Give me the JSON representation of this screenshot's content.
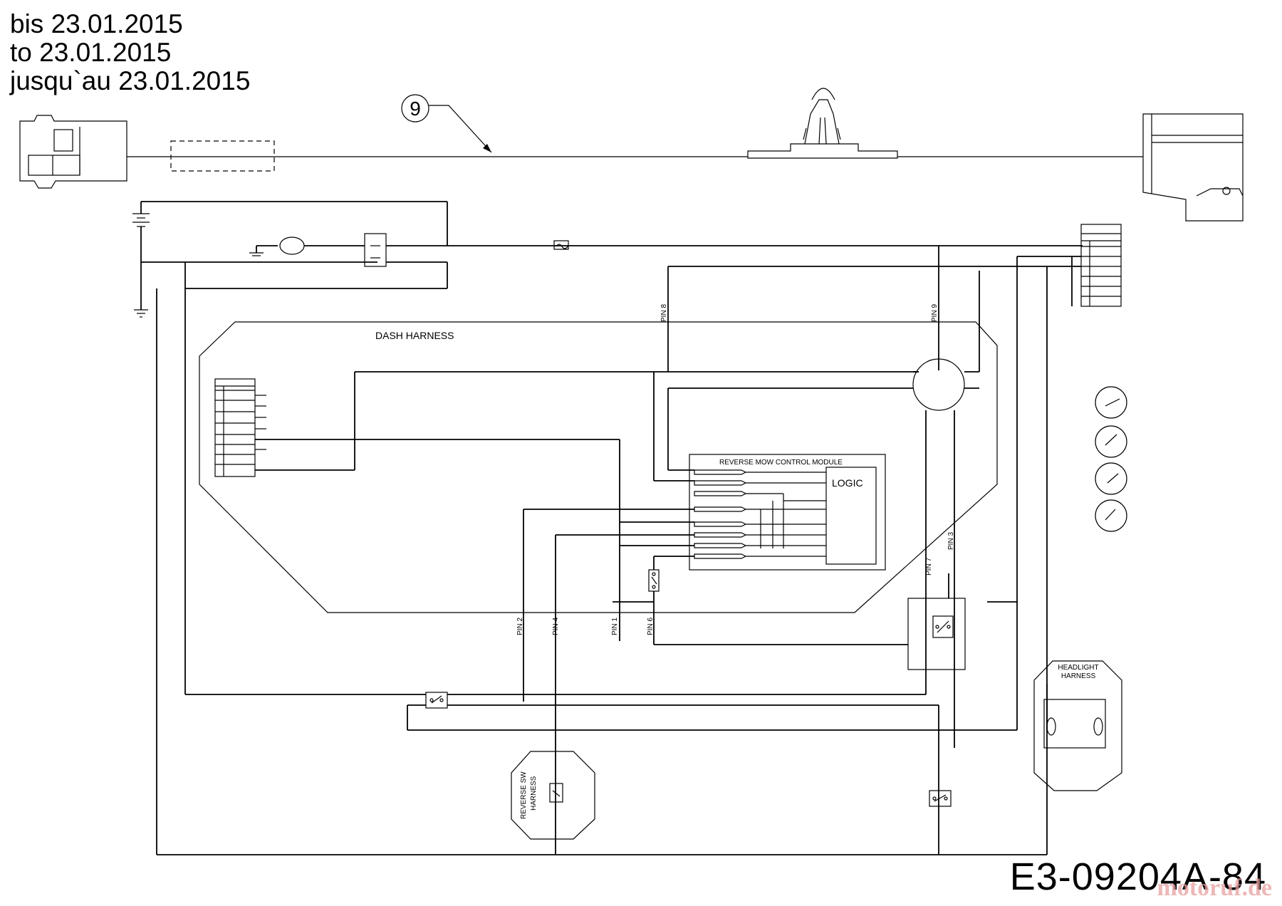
{
  "header": {
    "line1": "bis 23.01.2015",
    "line2": "to 23.01.2015",
    "line3": "jusqu`au 23.01.2015"
  },
  "callout": {
    "number": "9"
  },
  "modules": {
    "dash_harness": "DASH HARNESS",
    "reverse_mow": "REVERSE MOW CONTROL MODULE",
    "logic": "LOGIC",
    "headlight": [
      "HEADLIGHT",
      "HARNESS"
    ],
    "reverse_sw": [
      "REVERSE SW",
      "HARNESS"
    ]
  },
  "pins": {
    "pin8": "PIN 8",
    "pin9": "PIN 9",
    "pin7": "PIN 7",
    "pin3": "PIN 3",
    "pin2": "PIN 2",
    "pin4": "PIN 4",
    "pin1": "PIN 1",
    "pin6": "PIN 6"
  },
  "drawing_code": "E3-09204A-84",
  "watermark": "motoruf.de"
}
